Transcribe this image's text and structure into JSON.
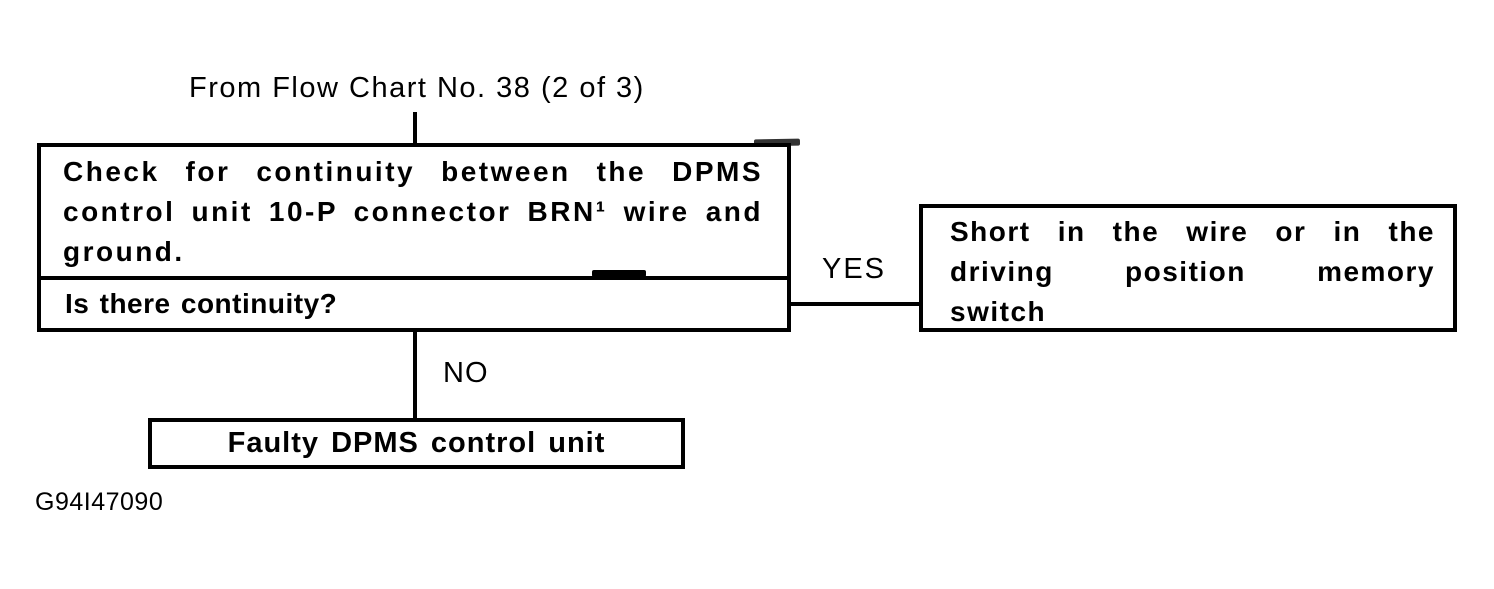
{
  "colors": {
    "ink": "#000000",
    "paper": "#ffffff"
  },
  "flowchart": {
    "source_label": "From Flow Chart No. 38 (2 of 3)",
    "figure_code": "G94I47090",
    "decision_box": {
      "instruction_lines": [
        "Check for continuity between the DPMS",
        "control unit 10-P connector BRN¹ wire and",
        "ground."
      ],
      "question": "Is there continuity?"
    },
    "yes_branch": {
      "label": "YES",
      "result_lines": [
        "Short in the wire or in the",
        "driving position memory",
        "switch"
      ]
    },
    "no_branch": {
      "label": "NO",
      "result": "Faulty DPMS control unit"
    }
  }
}
